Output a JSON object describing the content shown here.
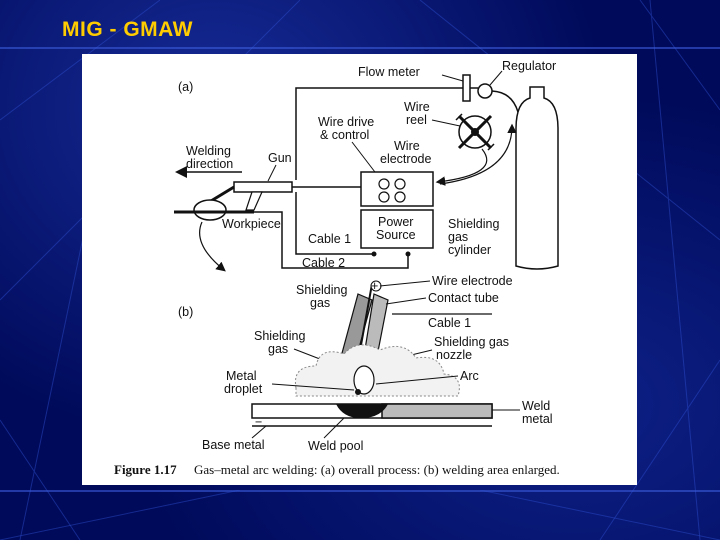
{
  "slide": {
    "title": "MIG - GMAW"
  },
  "diagram_a": {
    "tag": "(a)",
    "labels": {
      "flow_meter": "Flow meter",
      "regulator": "Regulator",
      "wire_drive": "Wire drive",
      "and_control": "& control",
      "wire": "Wire",
      "reel": "reel",
      "wire2": "Wire",
      "electrode": "electrode",
      "welding": "Welding",
      "direction": "direction",
      "gun": "Gun",
      "workpiece": "Workpiece",
      "cable1": "Cable 1",
      "cable2": "Cable 2",
      "power": "Power",
      "source": "Source",
      "shielding": "Shielding",
      "gas": "gas",
      "cylinder": "cylinder"
    }
  },
  "diagram_b": {
    "tag": "(b)",
    "labels": {
      "shielding_gas_1a": "Shielding",
      "shielding_gas_1b": "gas",
      "wire_electrode": "Wire electrode",
      "contact_tube": "Contact tube",
      "cable1": "Cable 1",
      "shielding_gas_2a": "Shielding",
      "shielding_gas_2b": "gas",
      "nozzle_a": "Shielding gas",
      "nozzle_b": "nozzle",
      "metal": "Metal",
      "droplet": "droplet",
      "arc": "Arc",
      "weld": "Weld",
      "metal2": "metal",
      "base_metal": "Base metal",
      "weld_pool": "Weld pool",
      "plus": "+",
      "minus": "−"
    }
  },
  "caption": {
    "figure": "Figure 1.17",
    "text": "Gas–metal arc welding: (a) overall process: (b) welding area enlarged."
  }
}
